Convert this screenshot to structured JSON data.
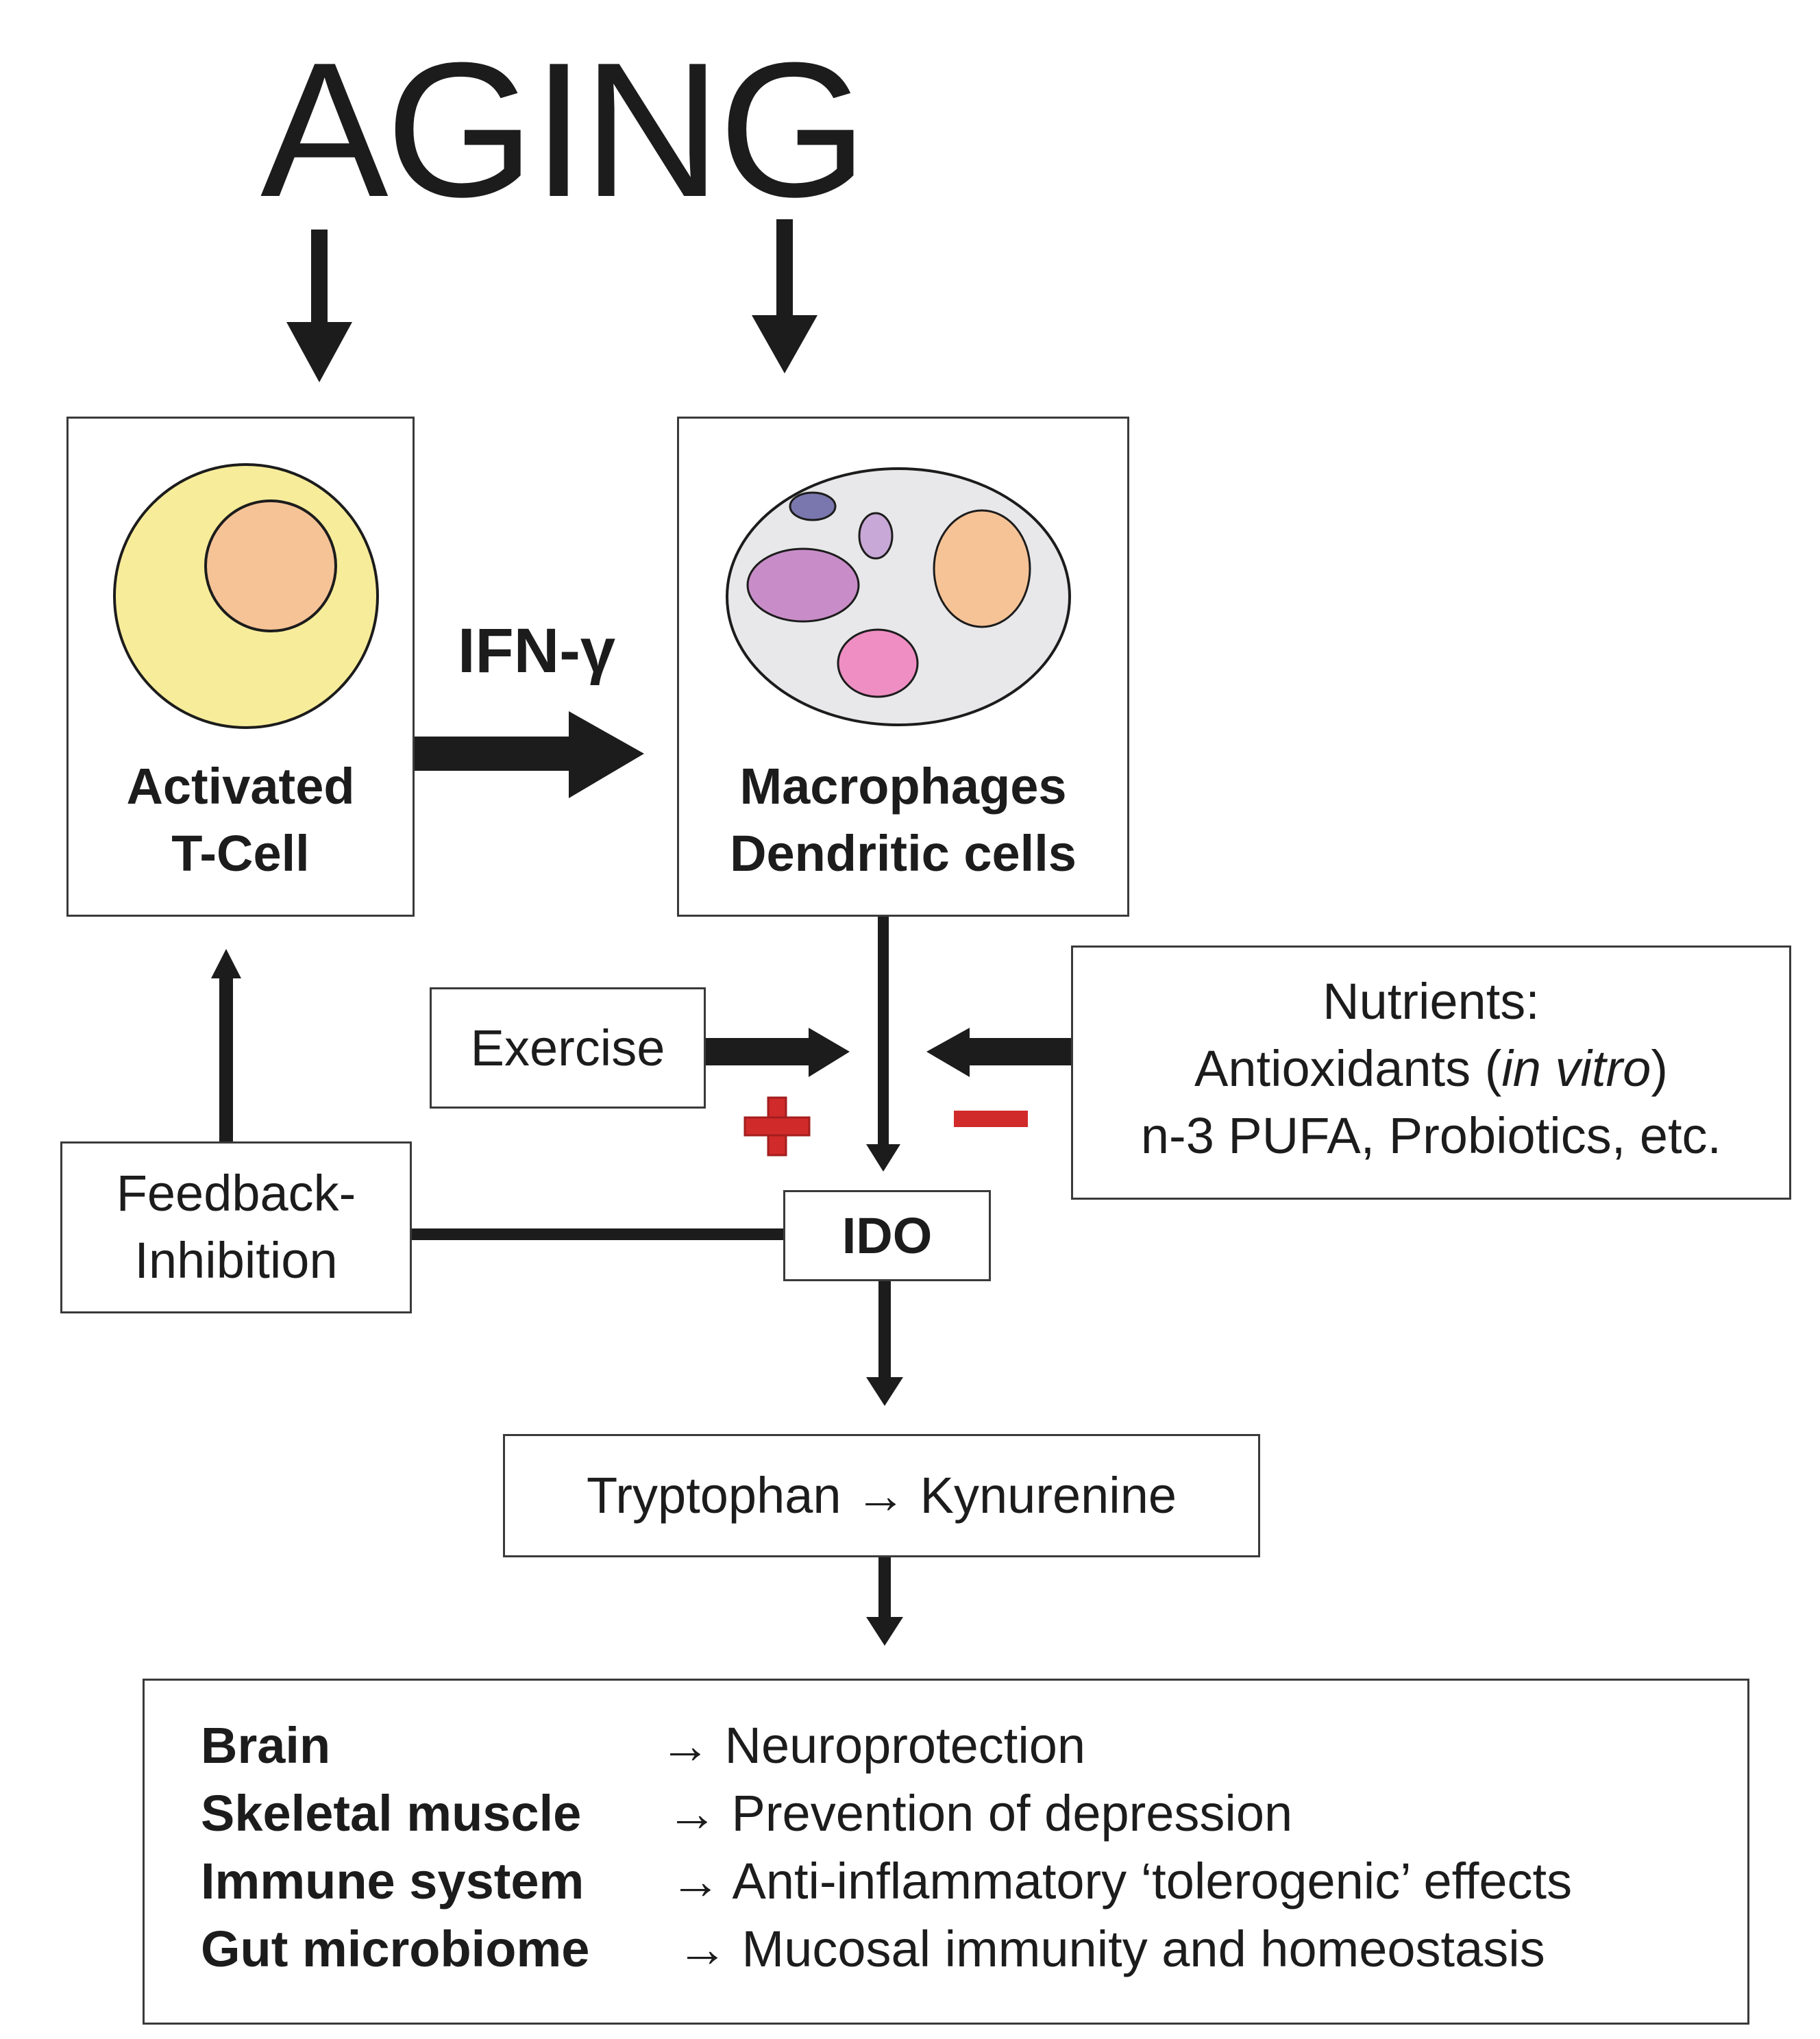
{
  "title": "AGING",
  "tcell_label": [
    "Activated",
    "T-Cell"
  ],
  "ifn_label": "IFN-γ",
  "macro_label": [
    "Macrophages",
    "Dendritic cells"
  ],
  "exercise_label": "Exercise",
  "plus_symbol": "+",
  "minus_symbol": "−",
  "nutrients": {
    "line1": "Nutrients:",
    "line2_pre": "Antioxidants (",
    "line2_italic": "in vitro",
    "line2_post": ")",
    "line3": "n-3 PUFA, Probiotics, etc."
  },
  "feedback_label": [
    "Feedback-",
    "Inhibition"
  ],
  "ido_label": "IDO",
  "pathway_label": "Tryptophan → Kynurenine",
  "outcomes": [
    {
      "organ": "Brain",
      "effect": "→ Neuroprotection"
    },
    {
      "organ": "Skeletal muscle",
      "effect": "→ Prevention of depression"
    },
    {
      "organ": "Immune system",
      "effect": "→ Anti-inflammatory ‘tolerogenic’ effects"
    },
    {
      "organ": "Gut microbiome",
      "effect": "→ Mucosal immunity and homeostasis"
    }
  ],
  "colors": {
    "stroke": "#1c1c1c",
    "tcell_outer": "#f7ec9a",
    "tcell_nucleus": "#f6c397",
    "macro_body": "#e8e8ea",
    "plus_red": "#d12a2a",
    "minus_red": "#d12a2a"
  }
}
